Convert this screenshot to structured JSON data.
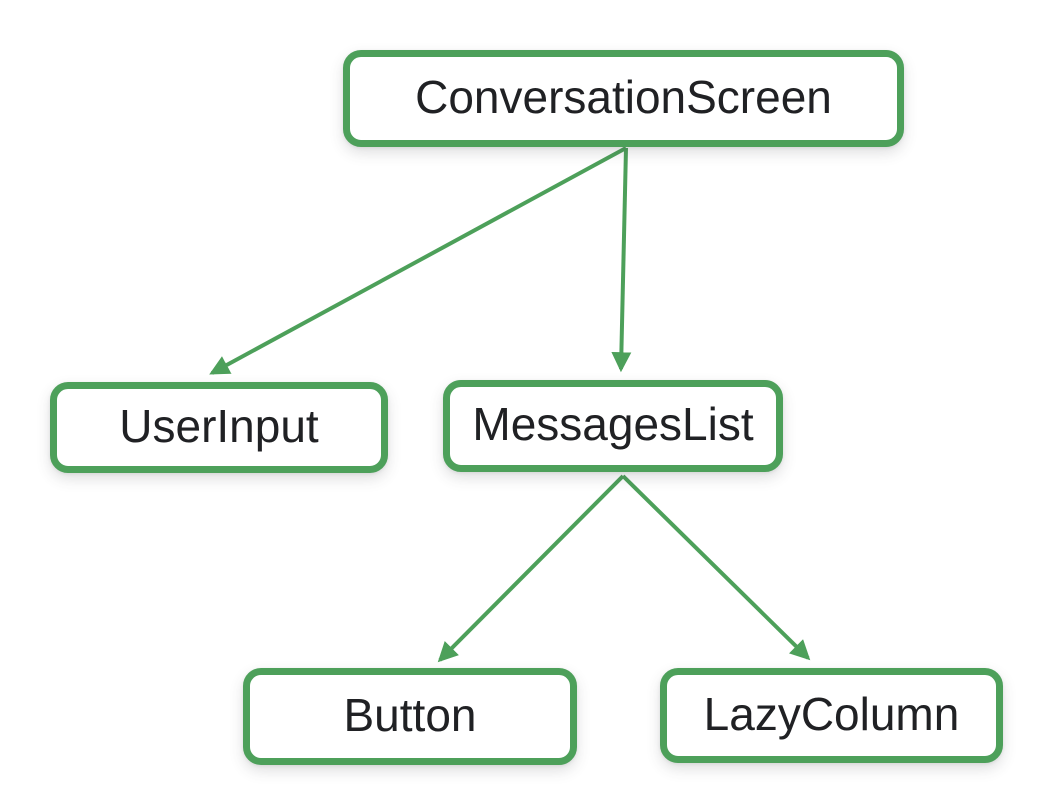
{
  "diagram": {
    "type": "tree-hierarchy",
    "accent_color": "#4DA05A",
    "text_color": "#202124",
    "background_color": "#ffffff",
    "nodes": [
      {
        "id": "conversation-screen",
        "label": "ConversationScreen"
      },
      {
        "id": "user-input",
        "label": "UserInput"
      },
      {
        "id": "messages-list",
        "label": "MessagesList"
      },
      {
        "id": "button",
        "label": "Button"
      },
      {
        "id": "lazy-column",
        "label": "LazyColumn"
      }
    ],
    "edges": [
      {
        "from": "ConversationScreen",
        "to": "UserInput"
      },
      {
        "from": "ConversationScreen",
        "to": "MessagesList"
      },
      {
        "from": "MessagesList",
        "to": "Button"
      },
      {
        "from": "MessagesList",
        "to": "LazyColumn"
      }
    ]
  }
}
